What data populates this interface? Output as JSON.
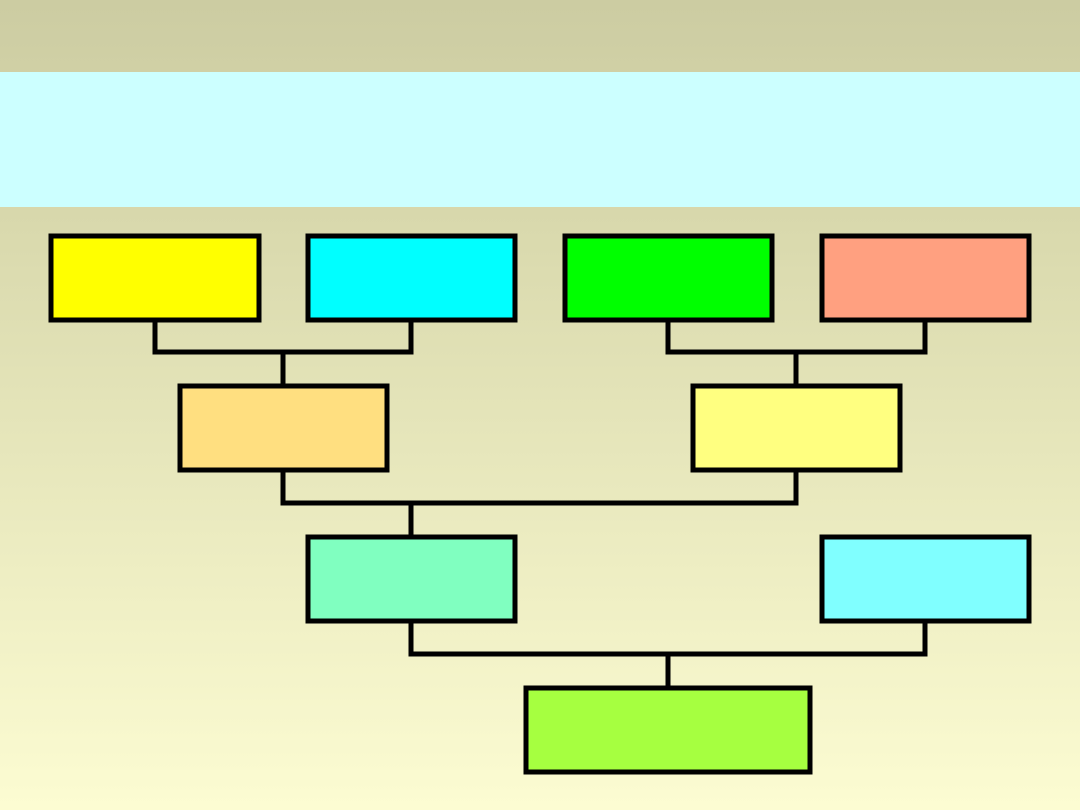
{
  "colors": {
    "top_bar": "#cccca2",
    "title_band": "#ccffff",
    "outline": "#000000"
  },
  "nodes": [
    {
      "id": "r1a",
      "fill": "#ffff00"
    },
    {
      "id": "r1b",
      "fill": "#00ffff"
    },
    {
      "id": "r1c",
      "fill": "#00ff00"
    },
    {
      "id": "r1d",
      "fill": "#ffa080"
    },
    {
      "id": "r2a",
      "fill": "#ffdf80"
    },
    {
      "id": "r2b",
      "fill": "#ffff80"
    },
    {
      "id": "r3a",
      "fill": "#80ffc0"
    },
    {
      "id": "r3b",
      "fill": "#80ffff"
    },
    {
      "id": "r4a",
      "fill": "#a6ff40"
    }
  ],
  "edges": [
    {
      "from": [
        "r1a",
        "r1b"
      ],
      "to": "r2a"
    },
    {
      "from": [
        "r1c",
        "r1d"
      ],
      "to": "r2b"
    },
    {
      "from": [
        "r2a",
        "r2b"
      ],
      "to": "r3a"
    },
    {
      "from": [
        "r3a",
        "r3b"
      ],
      "to": "r4a"
    }
  ]
}
